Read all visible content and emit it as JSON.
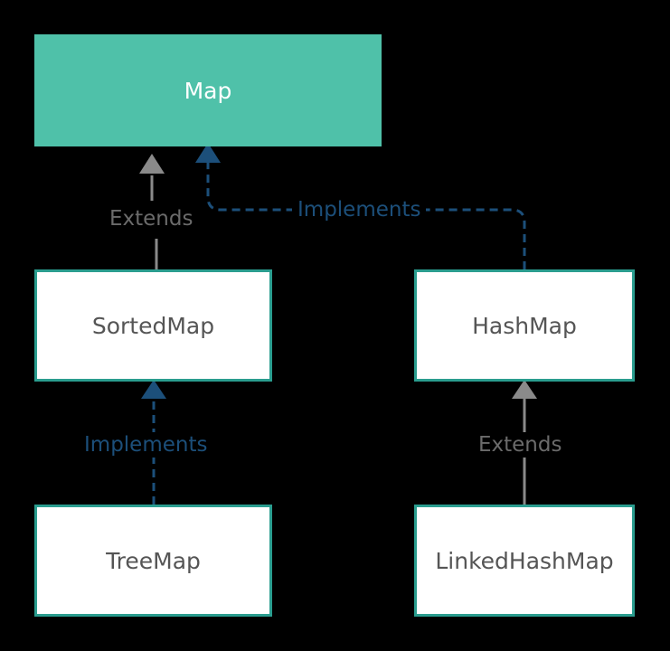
{
  "nodes": {
    "map": "Map",
    "sortedmap": "SortedMap",
    "hashmap": "HashMap",
    "treemap": "TreeMap",
    "linkedhashmap": "LinkedHashMap"
  },
  "edges": {
    "sortedmap_to_map": "Extends",
    "hashmap_to_map": "Implements",
    "treemap_to_sortedmap": "Implements",
    "linkedhashmap_to_hashmap": "Extends"
  },
  "colors": {
    "background": "#000000",
    "root_fill": "#4fc1a9",
    "node_border": "#2a9d8f",
    "extends": "#8a8a8a",
    "implements": "#1c4f7a"
  }
}
